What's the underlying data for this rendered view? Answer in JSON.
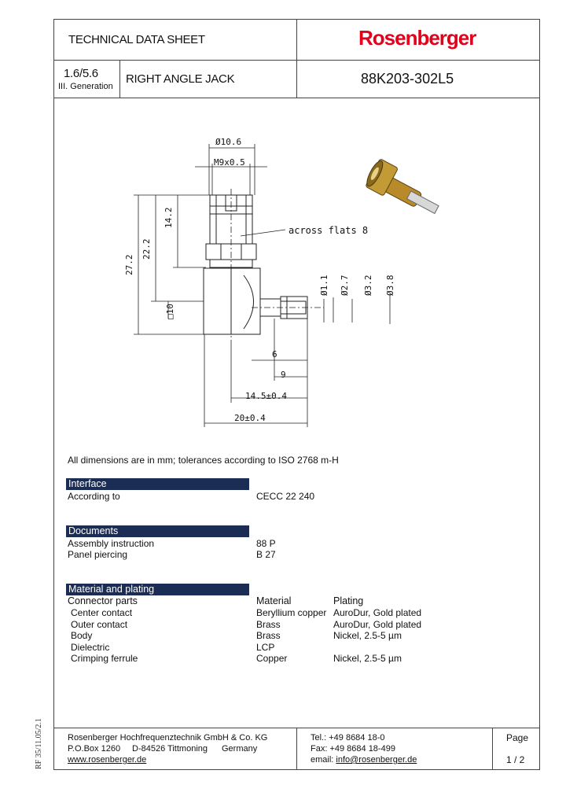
{
  "header": {
    "title": "TECHNICAL DATA SHEET",
    "brand": "Rosenberger",
    "series": "1.6/5.6",
    "generation": "III. Generation",
    "product_name": "RIGHT ANGLE JACK",
    "part_number": "88K203-302L5"
  },
  "drawing": {
    "dim_diameter_top": "Ø10.6",
    "dim_thread": "M9x0.5",
    "dim_14_2": "14.2",
    "dim_22_2": "22.2",
    "dim_27_2": "27.2",
    "dim_square": "□10",
    "dim_across_flats": "across flats 8",
    "dim_d1_1": "Ø1.1",
    "dim_d2_7": "Ø2.7",
    "dim_d3_2": "Ø3.2",
    "dim_d3_8": "Ø3.8",
    "dim_6": "6",
    "dim_9": "9",
    "dim_14_5": "14.5±0.4",
    "dim_20": "20±0.4"
  },
  "note": "All dimensions are in mm; tolerances according to ISO 2768 m-H",
  "interface": {
    "heading": "Interface",
    "rows": [
      {
        "label": "According to",
        "value": "CECC 22 240"
      }
    ]
  },
  "documents": {
    "heading": "Documents",
    "rows": [
      {
        "label": "Assembly instruction",
        "value": "88 P"
      },
      {
        "label": "Panel piercing",
        "value": "B 27"
      }
    ]
  },
  "material": {
    "heading": "Material and plating",
    "col_parts": "Connector parts",
    "col_material": "Material",
    "col_plating": "Plating",
    "rows": [
      {
        "part": "Center contact",
        "material": "Beryllium copper",
        "plating": "AuroDur, Gold plated"
      },
      {
        "part": "Outer contact",
        "material": "Brass",
        "plating": "AuroDur, Gold plated"
      },
      {
        "part": "Body",
        "material": "Brass",
        "plating": "Nickel, 2.5-5 µm"
      },
      {
        "part": "Dielectric",
        "material": "LCP",
        "plating": ""
      },
      {
        "part": "Crimping ferrule",
        "material": "Copper",
        "plating": "Nickel, 2.5-5 µm"
      }
    ]
  },
  "footer": {
    "company": "Rosenberger Hochfrequenztechnik GmbH & Co. KG",
    "pobox": "P.O.Box 1260",
    "city": "D-84526 Tittmoning",
    "country": "Germany",
    "website": "www.rosenberger.de",
    "tel": "Tel.: +49 8684  18-0",
    "fax": "Fax: +49 8684  18-499",
    "email_label": "email: ",
    "email": "info@rosenberger.de",
    "page_label": "Page",
    "page_value": "1 / 2"
  },
  "side_code": "RF 35/11.05/2.1"
}
